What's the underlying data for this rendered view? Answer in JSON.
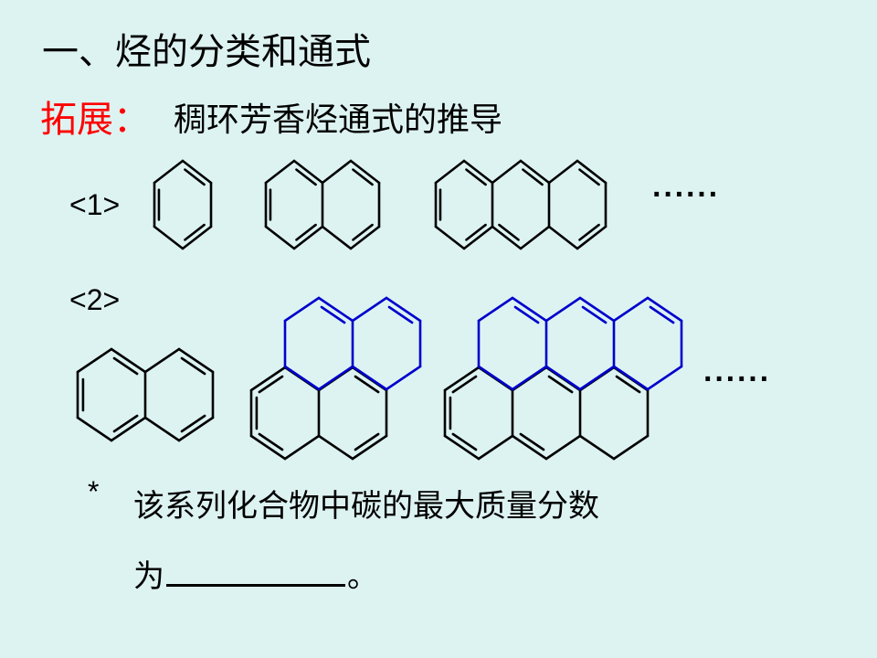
{
  "title": "一、烃的分类和通式",
  "extension": {
    "label": "拓展：",
    "text": "稠环芳香烃通式的推导"
  },
  "series": [
    {
      "label": "<1>",
      "continuation": "······"
    },
    {
      "label": "<2>",
      "continuation": "······"
    }
  ],
  "question": {
    "marker": "*",
    "line1": "该系列化合物中碳的最大质量分数",
    "line2_prefix": "为",
    "line2_suffix": "。"
  },
  "colors": {
    "background": "#DDF3F2",
    "accent_red": "#FF0000",
    "new_ring_blue": "#0000CC",
    "bond_black": "#000000"
  }
}
